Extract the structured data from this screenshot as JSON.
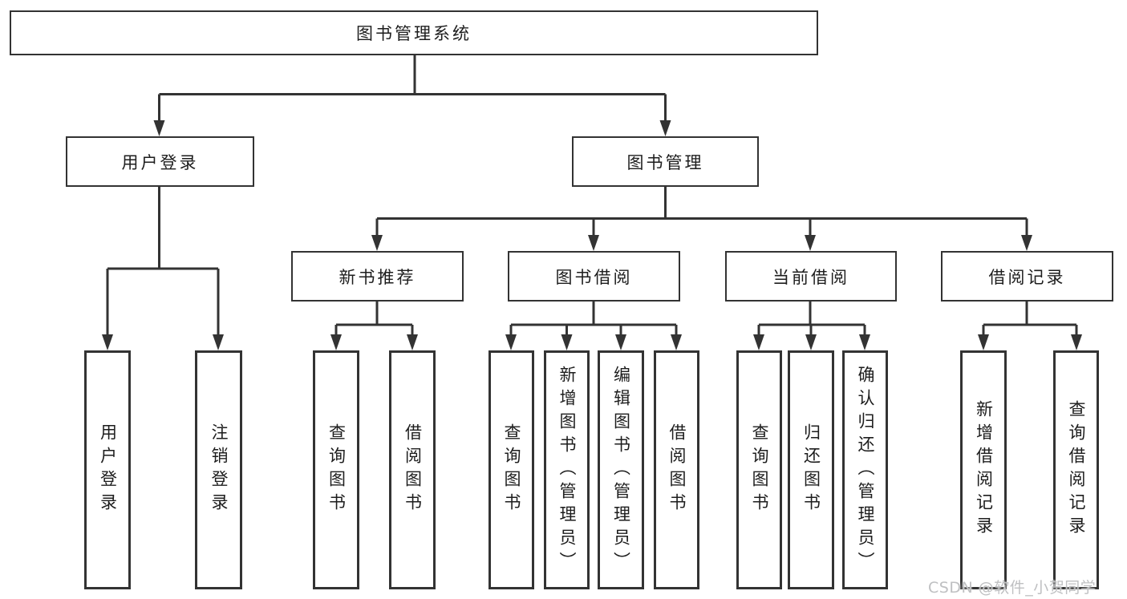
{
  "diagram": {
    "root": {
      "label": "图书管理系统"
    },
    "level2": {
      "user_login": {
        "label": "用户登录"
      },
      "book_mgmt": {
        "label": "图书管理"
      }
    },
    "level3": {
      "new_book_rec": {
        "label": "新书推荐"
      },
      "book_borrow": {
        "label": "图书借阅"
      },
      "current_borrow": {
        "label": "当前借阅"
      },
      "borrow_record": {
        "label": "借阅记录"
      }
    },
    "leaves": {
      "user_login": {
        "label": "用户登录"
      },
      "logout": {
        "label": "注销登录"
      },
      "nbr_query_book": {
        "label": "查询图书"
      },
      "nbr_borrow_book": {
        "label": "借阅图书"
      },
      "bb_query_book": {
        "label": "查询图书"
      },
      "bb_add_book": {
        "label": "新增图书（管理员）"
      },
      "bb_edit_book": {
        "label": "编辑图书（管理员）"
      },
      "bb_borrow_book": {
        "label": "借阅图书"
      },
      "cb_query_book": {
        "label": "查询图书"
      },
      "cb_return_book": {
        "label": "归还图书"
      },
      "cb_confirm_return": {
        "label": "确认归还（管理员）"
      },
      "br_add_record": {
        "label": "新增借阅记录"
      },
      "br_query_record": {
        "label": "查询借阅记录"
      }
    }
  },
  "watermark": {
    "text": "CSDN @软件_小贺同学"
  },
  "colors": {
    "background": "#ffffff",
    "line": "#333333",
    "box_border": "#333333",
    "text": "#1d1d1d",
    "watermark": "#bfc0c2"
  }
}
